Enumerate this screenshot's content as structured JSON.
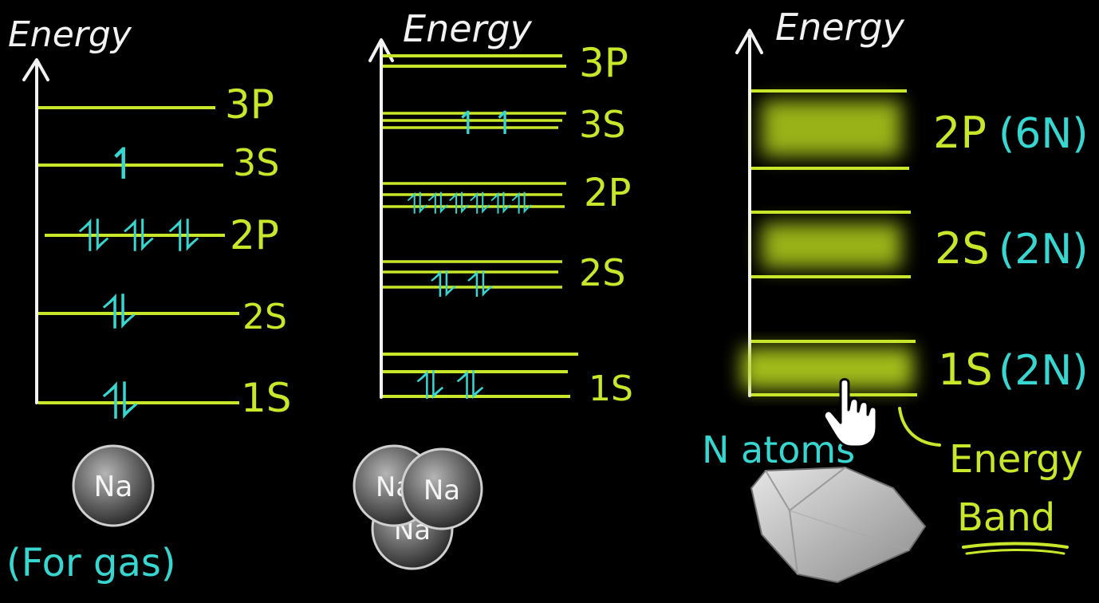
{
  "colors": {
    "background": "#000000",
    "axis": "#f2f2f2",
    "level": "#c8e62a",
    "electron": "#38d6d0",
    "band_glow": "#b4d21a",
    "atom": "#8a8a8a"
  },
  "panels": [
    {
      "title": "Energy",
      "levels": [
        {
          "label": "3P",
          "electrons": ""
        },
        {
          "label": "3S",
          "electrons": "↿"
        },
        {
          "label": "2P",
          "electrons": "⥮ ⥮ ⥮"
        },
        {
          "label": "2S",
          "electrons": "⥮"
        },
        {
          "label": "1S",
          "electrons": "⥮"
        }
      ],
      "atom_label": "Na",
      "caption": "(For gas)"
    },
    {
      "title": "Energy",
      "levels": [
        {
          "label": "3P",
          "electrons": ""
        },
        {
          "label": "3S",
          "electrons": "↿ ↿"
        },
        {
          "label": "2P",
          "electrons": "⥮⥮⥮⥮⥮⥮"
        },
        {
          "label": "2S",
          "electrons": "⥮ ⥮"
        },
        {
          "label": "1S",
          "electrons": "⥮ ⥮"
        }
      ],
      "atom_labels": [
        "Na",
        "Na",
        "Na"
      ]
    },
    {
      "title": "Energy",
      "bands": [
        {
          "label": "2P",
          "count": "(6N)"
        },
        {
          "label": "2S",
          "count": "(2N)"
        },
        {
          "label": "1S",
          "count": "(2N)"
        }
      ],
      "atoms_label": "N atoms",
      "band_note": "Energy Band"
    }
  ]
}
